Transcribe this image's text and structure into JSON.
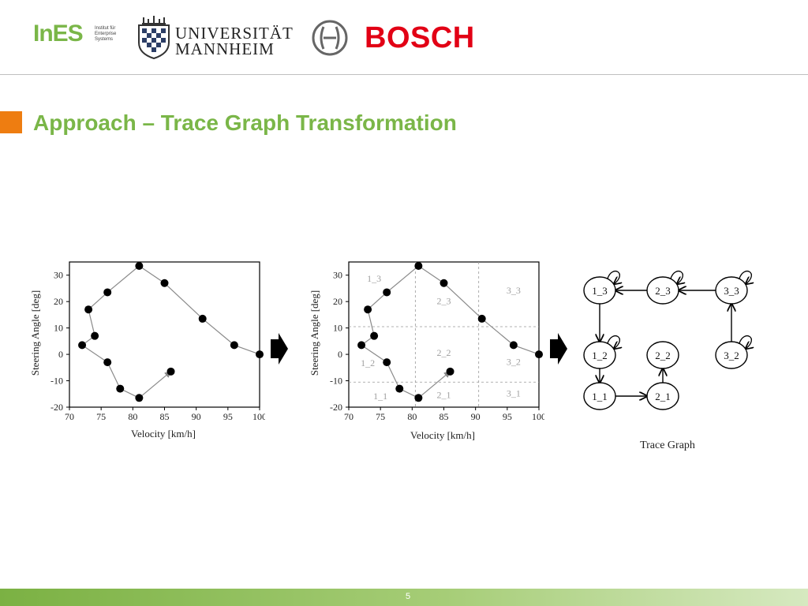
{
  "header": {
    "ines_word": "InES",
    "ines_sub": "Institut für Enterprise Systems",
    "uni_line1": "UNIVERSITÄT",
    "uni_line2": "MANNHEIM",
    "bosch": "BOSCH"
  },
  "slide": {
    "title": "Approach – Trace Graph Transformation",
    "page_number": "5"
  },
  "colors": {
    "title_green": "#7ab648",
    "marker_orange": "#ee7d11",
    "bosch_red": "#e20015"
  },
  "chart_data": [
    {
      "type": "scatter",
      "connected": true,
      "xlabel": "Velocity [km/h]",
      "ylabel": "Steering Angle [deg]",
      "xlim": [
        70,
        100
      ],
      "ylim": [
        -20,
        35
      ],
      "xticks": [
        70,
        75,
        80,
        85,
        90,
        95,
        100
      ],
      "yticks": [
        -20,
        -10,
        0,
        10,
        20,
        30
      ],
      "grid": false,
      "points": [
        {
          "x": 100,
          "y": 0
        },
        {
          "x": 96,
          "y": 3.5
        },
        {
          "x": 91,
          "y": 13.5
        },
        {
          "x": 85,
          "y": 27
        },
        {
          "x": 81,
          "y": 33.5
        },
        {
          "x": 76,
          "y": 23.5
        },
        {
          "x": 73,
          "y": 17
        },
        {
          "x": 74,
          "y": 7
        },
        {
          "x": 72,
          "y": 3.5
        },
        {
          "x": 76,
          "y": -3
        },
        {
          "x": 78,
          "y": -13
        },
        {
          "x": 81,
          "y": -16.5
        },
        {
          "x": 86,
          "y": -6.5
        }
      ]
    },
    {
      "type": "scatter",
      "connected": true,
      "xlabel": "Velocity [km/h]",
      "ylabel": "Steering Angle [deg]",
      "xlim": [
        70,
        100
      ],
      "ylim": [
        -20,
        35
      ],
      "xticks": [
        70,
        75,
        80,
        85,
        90,
        95,
        100
      ],
      "yticks": [
        -20,
        -10,
        0,
        10,
        20,
        30
      ],
      "grid_x": [
        80.5,
        90.5
      ],
      "grid_y": [
        -10.5,
        10.5
      ],
      "region_labels": [
        {
          "label": "1_3",
          "x": 74,
          "y": 27.5
        },
        {
          "label": "2_3",
          "x": 85,
          "y": 19
        },
        {
          "label": "3_3",
          "x": 96,
          "y": 23
        },
        {
          "label": "1_2",
          "x": 73,
          "y": -4.5
        },
        {
          "label": "2_2",
          "x": 85,
          "y": -0.5
        },
        {
          "label": "3_2",
          "x": 96,
          "y": -4
        },
        {
          "label": "1_1",
          "x": 75,
          "y": -17
        },
        {
          "label": "2_1",
          "x": 85,
          "y": -16.5
        },
        {
          "label": "3_1",
          "x": 96,
          "y": -16
        }
      ],
      "points": [
        {
          "x": 100,
          "y": 0
        },
        {
          "x": 96,
          "y": 3.5
        },
        {
          "x": 91,
          "y": 13.5
        },
        {
          "x": 85,
          "y": 27
        },
        {
          "x": 81,
          "y": 33.5
        },
        {
          "x": 76,
          "y": 23.5
        },
        {
          "x": 73,
          "y": 17
        },
        {
          "x": 74,
          "y": 7
        },
        {
          "x": 72,
          "y": 3.5
        },
        {
          "x": 76,
          "y": -3
        },
        {
          "x": 78,
          "y": -13
        },
        {
          "x": 81,
          "y": -16.5
        },
        {
          "x": 86,
          "y": -6.5
        }
      ]
    }
  ],
  "trace_graph": {
    "caption": "Trace Graph",
    "nodes": [
      "1_3",
      "2_3",
      "3_3",
      "1_2",
      "2_2",
      "3_2",
      "1_1",
      "2_1"
    ],
    "edges": [
      {
        "from": "3_3",
        "to": "2_3"
      },
      {
        "from": "2_3",
        "to": "1_3"
      },
      {
        "from": "1_3",
        "to": "1_2"
      },
      {
        "from": "1_2",
        "to": "1_1"
      },
      {
        "from": "1_1",
        "to": "2_1"
      },
      {
        "from": "2_1",
        "to": "2_2"
      },
      {
        "from": "3_2",
        "to": "3_3"
      }
    ],
    "self_loops": [
      "1_3",
      "2_3",
      "3_3",
      "1_2",
      "3_2"
    ]
  }
}
